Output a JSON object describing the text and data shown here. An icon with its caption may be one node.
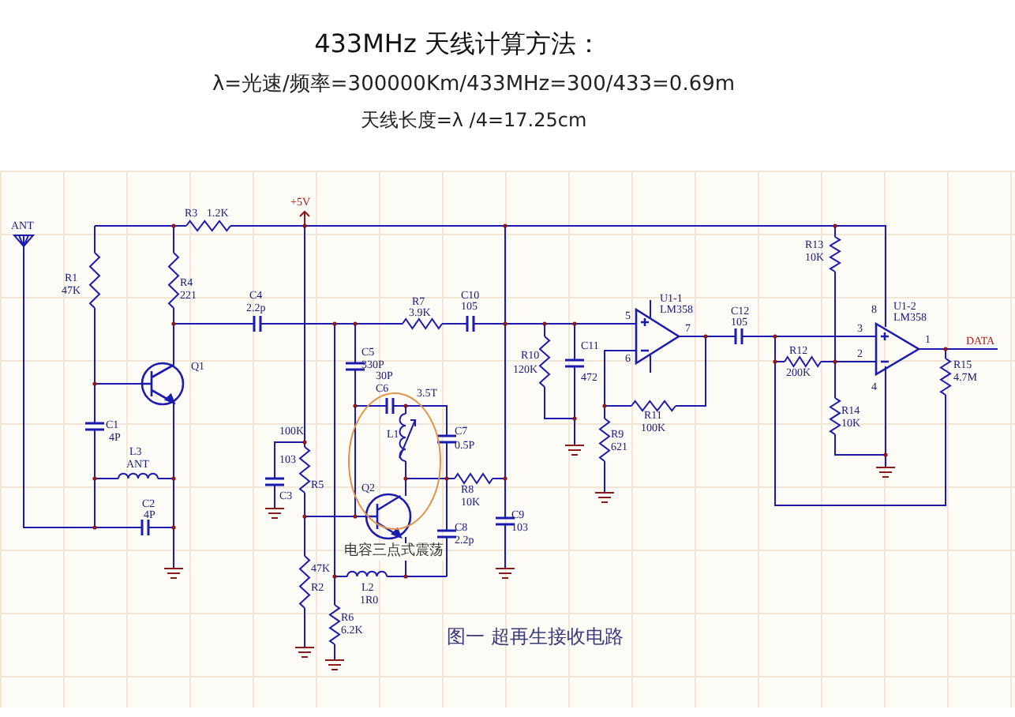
{
  "diagram": {
    "title": "433MHz 天线计算方法：",
    "caption": "图一 超再生接收电路",
    "labels": [
      "λ=光速/频率=300000Km/433MHz=300/433=0.69m",
      "天线长度=λ /4=17.25cm",
      "ANT",
      "R3",
      "1.2K",
      "+5V",
      "R1",
      "47K",
      "R4",
      "221",
      "C4",
      "2.2p",
      "Q1",
      "C1",
      "4P",
      "L3",
      "ANT",
      "C2",
      "4P",
      "103",
      "C3",
      "100K",
      "R5",
      "47K",
      "R2",
      "R6",
      "6.2K",
      "R7",
      "3.9K",
      "C10",
      "105",
      "C5",
      "330P",
      "30P",
      "C6",
      "3.5T",
      "L1",
      "C7",
      "0.5P",
      "Q2",
      "R8",
      "10K",
      "C8",
      "2.2p",
      "C9",
      "103",
      "L2",
      "1R0",
      "电容三点式震荡",
      "R10",
      "120K",
      "C11",
      "472",
      "U1-1",
      "LM358",
      "5",
      "6",
      "7",
      "R11",
      "100K",
      "R9",
      "621",
      "C12",
      "105",
      "R13",
      "10K",
      "8",
      "U1-2",
      "LM358",
      "3",
      "2",
      "R12",
      "200K",
      "1",
      "DATA",
      "R15",
      "4.7M",
      "4",
      "R14",
      "10K"
    ]
  }
}
